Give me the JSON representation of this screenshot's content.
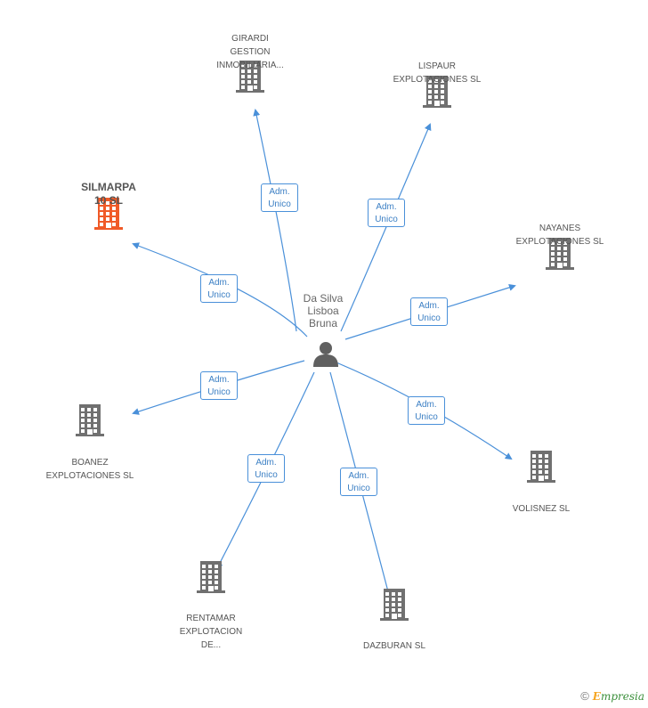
{
  "center": {
    "name_lines": [
      "Da Silva",
      "Lisboa",
      "Bruna"
    ],
    "icon": "person-icon"
  },
  "role": {
    "line1": "Adm.",
    "line2": "Unico"
  },
  "companies": [
    {
      "id": "girardi",
      "lines": [
        "GIRARDI",
        "GESTION",
        "INMOBILIARIA..."
      ],
      "highlight": false
    },
    {
      "id": "lispaur",
      "lines": [
        "LISPAUR",
        "EXPLOTACIONES SL"
      ],
      "highlight": false
    },
    {
      "id": "silmarpa",
      "lines": [
        "SILMARPA",
        "10 SL"
      ],
      "highlight": true
    },
    {
      "id": "nayanes",
      "lines": [
        "NAYANES",
        "EXPLOTACIONES SL"
      ],
      "highlight": false
    },
    {
      "id": "boanez",
      "lines": [
        "BOANEZ",
        "EXPLOTACIONES SL"
      ],
      "highlight": false
    },
    {
      "id": "volisnez",
      "lines": [
        "VOLISNEZ SL"
      ],
      "highlight": false
    },
    {
      "id": "rentamar",
      "lines": [
        "RENTAMAR",
        "EXPLOTACION",
        "DE..."
      ],
      "highlight": false
    },
    {
      "id": "dazburan",
      "lines": [
        "DAZBURAN SL"
      ],
      "highlight": false
    }
  ],
  "colors": {
    "edge": "#4a90d9",
    "building": "#707070",
    "building_highlight": "#f05a28",
    "person": "#606060"
  },
  "footer": {
    "copyright": "©",
    "brand_first": "E",
    "brand_rest": "mpresia"
  }
}
